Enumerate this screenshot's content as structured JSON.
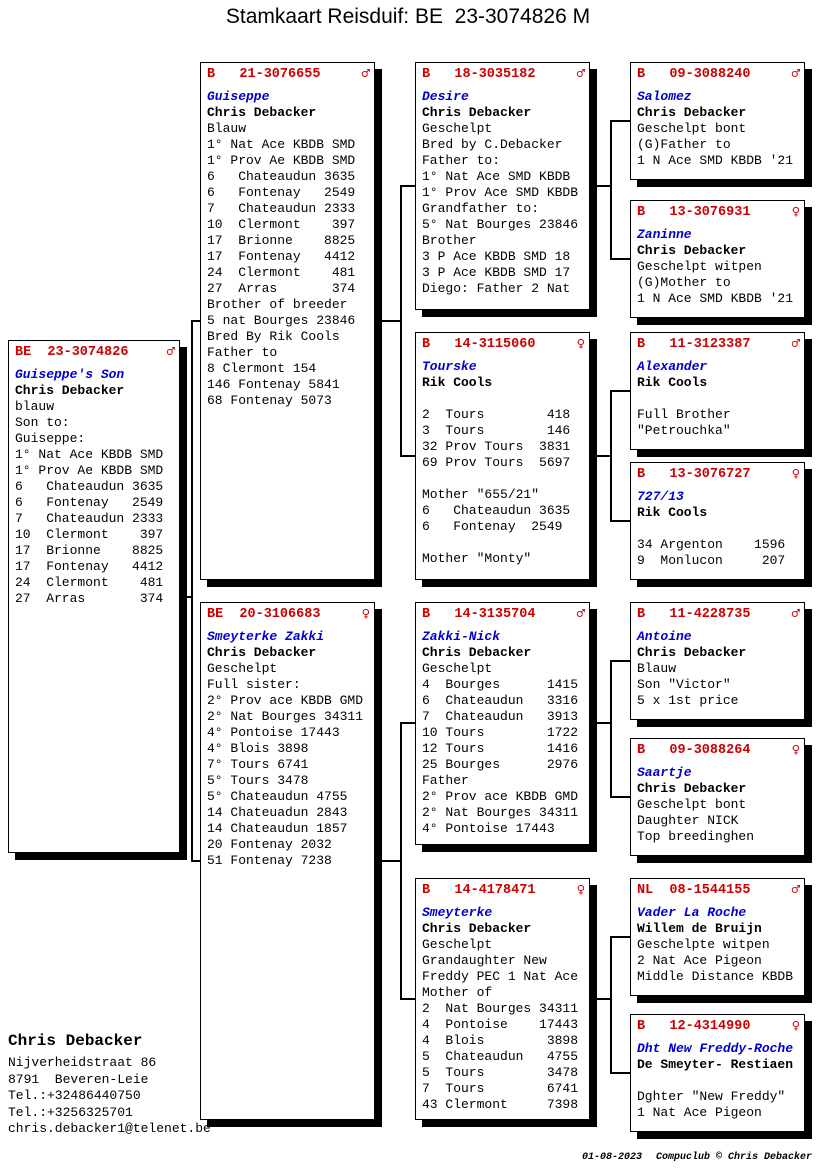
{
  "title": "Stamkaart Reisduif: BE  23-3074826 M",
  "colors": {
    "header_red": "#cc0000",
    "name_blue": "#0000cc",
    "line_black": "#000000"
  },
  "boxes": [
    {
      "ring": "BE  23-3074826",
      "sex": "male",
      "sex_symbol": "♂",
      "name": "Guiseppe's Son",
      "breeder": "Chris Debacker",
      "lines": [
        "blauw",
        "Son to:",
        "Guiseppe:",
        "1° Nat Ace KBDB SMD",
        "1° Prov Ae KBDB SMD",
        "6   Chateaudun 3635",
        "6   Fontenay   2549",
        "7   Chateaudun 2333",
        "10  Clermont    397",
        "17  Brionne    8825",
        "17  Fontenay   4412",
        "24  Clermont    481",
        "27  Arras       374"
      ]
    },
    {
      "ring": "B   21-3076655",
      "sex": "male",
      "sex_symbol": "♂",
      "name": "Guiseppe",
      "breeder": "Chris Debacker",
      "lines": [
        "Blauw",
        "1° Nat Ace KBDB SMD",
        "1° Prov Ae KBDB SMD",
        "6   Chateaudun 3635",
        "6   Fontenay   2549",
        "7   Chateaudun 2333",
        "10  Clermont    397",
        "17  Brionne    8825",
        "17  Fontenay   4412",
        "24  Clermont    481",
        "27  Arras       374",
        "Brother of breeder",
        "5 nat Bourges 23846",
        "Bred By Rik Cools",
        "Father to",
        "8 Clermont 154",
        "146 Fontenay 5841",
        "68 Fontenay 5073"
      ]
    },
    {
      "ring": "BE  20-3106683",
      "sex": "female",
      "sex_symbol": "♀",
      "name": "Smeyterke Zakki",
      "breeder": "Chris Debacker",
      "lines": [
        "Geschelpt",
        "Full sister:",
        "2° Prov ace KBDB GMD",
        "2° Nat Bourges 34311",
        "4° Pontoise 17443",
        "4° Blois 3898",
        "7° Tours 6741",
        "5° Tours 3478",
        "5° Chateaudun 4755",
        "14 Chateuadun 2843",
        "14 Chateaudun 1857",
        "20 Fontenay 2032",
        "51 Fontenay 7238"
      ]
    },
    {
      "ring": "B   18-3035182",
      "sex": "male",
      "sex_symbol": "♂",
      "name": "Desire",
      "breeder": "Chris Debacker",
      "lines": [
        "Geschelpt",
        "Bred by C.Debacker",
        "Father to:",
        "1° Nat Ace SMD KBDB",
        "1° Prov Ace SMD KBDB",
        "Grandfather to:",
        "5° Nat Bourges 23846",
        "Brother",
        "3 P Ace KBDB SMD 18",
        "3 P Ace KBDB SMD 17",
        "Diego: Father 2 Nat"
      ]
    },
    {
      "ring": "B   14-3115060",
      "sex": "female",
      "sex_symbol": "♀",
      "name": "Tourske",
      "breeder": "Rik Cools",
      "lines": [
        "",
        "2  Tours        418",
        "3  Tours        146",
        "32 Prov Tours  3831",
        "69 Prov Tours  5697",
        "",
        "Mother \"655/21\"",
        "6   Chateaudun 3635",
        "6   Fontenay  2549",
        "",
        "Mother \"Monty\""
      ]
    },
    {
      "ring": "B   14-3135704",
      "sex": "male",
      "sex_symbol": "♂",
      "name": "Zakki-Nick",
      "breeder": "Chris Debacker",
      "lines": [
        "Geschelpt",
        "4  Bourges      1415",
        "6  Chateaudun   3316",
        "7  Chateaudun   3913",
        "10 Tours        1722",
        "12 Tours        1416",
        "25 Bourges      2976",
        "Father",
        "2° Prov ace KBDB GMD",
        "2° Nat Bourges 34311",
        "4° Pontoise 17443"
      ]
    },
    {
      "ring": "B   14-4178471",
      "sex": "female",
      "sex_symbol": "♀",
      "name": "Smeyterke",
      "breeder": "Chris Debacker",
      "lines": [
        "Geschelpt",
        "Grandaughter New",
        "Freddy PEC 1 Nat Ace",
        "Mother of",
        "2  Nat Bourges 34311",
        "4  Pontoise    17443",
        "4  Blois        3898",
        "5  Chateaudun   4755",
        "5  Tours        3478",
        "7  Tours        6741",
        "43 Clermont     7398"
      ]
    },
    {
      "ring": "B   09-3088240",
      "sex": "male",
      "sex_symbol": "♂",
      "name": "Salomez",
      "breeder": "Chris Debacker",
      "lines": [
        "Geschelpt bont",
        "(G)Father to",
        "1 N Ace SMD KBDB '21"
      ]
    },
    {
      "ring": "B   13-3076931",
      "sex": "female",
      "sex_symbol": "♀",
      "name": "Zaninne",
      "breeder": "Chris Debacker",
      "lines": [
        "Geschelpt witpen",
        "(G)Mother to",
        "1 N Ace SMD KBDB '21"
      ]
    },
    {
      "ring": "B   11-3123387",
      "sex": "male",
      "sex_symbol": "♂",
      "name": "Alexander",
      "breeder": "Rik Cools",
      "lines": [
        "",
        "Full Brother",
        "\"Petrouchka\""
      ]
    },
    {
      "ring": "B   13-3076727",
      "sex": "female",
      "sex_symbol": "♀",
      "name": "727/13",
      "breeder": "Rik Cools",
      "lines": [
        "",
        "34 Argenton    1596",
        "9  Monlucon     207"
      ]
    },
    {
      "ring": "B   11-4228735",
      "sex": "male",
      "sex_symbol": "♂",
      "name": "Antoine",
      "breeder": "Chris Debacker",
      "lines": [
        "Blauw",
        "Son \"Victor\"",
        "5 x 1st price"
      ]
    },
    {
      "ring": "B   09-3088264",
      "sex": "female",
      "sex_symbol": "♀",
      "name": "Saartje",
      "breeder": "Chris Debacker",
      "lines": [
        "Geschelpt bont",
        "Daughter NICK",
        "Top breedinghen"
      ]
    },
    {
      "ring": "NL  08-1544155",
      "sex": "male",
      "sex_symbol": "♂",
      "name": "Vader La Roche",
      "breeder": "Willem de Bruijn",
      "lines": [
        "Geschelpte witpen",
        "2 Nat Ace Pigeon",
        "Middle Distance KBDB"
      ]
    },
    {
      "ring": "B   12-4314990",
      "sex": "female",
      "sex_symbol": "♀",
      "name": "Dht New Freddy-Roche",
      "breeder": "De Smeyter- Restiaen",
      "lines": [
        "",
        "Dghter \"New Freddy\"",
        "1 Nat Ace Pigeon"
      ]
    }
  ],
  "contact": {
    "name": "Chris Debacker",
    "lines": [
      "Nijverheidstraat 86",
      "8791  Beveren-Leie",
      "Tel.:+32486440750",
      "Tel.:+3256325701",
      "chris.debacker1@telenet.be"
    ]
  },
  "footer": {
    "date": "01-08-2023",
    "credit": "Compuclub © Chris Debacker"
  }
}
